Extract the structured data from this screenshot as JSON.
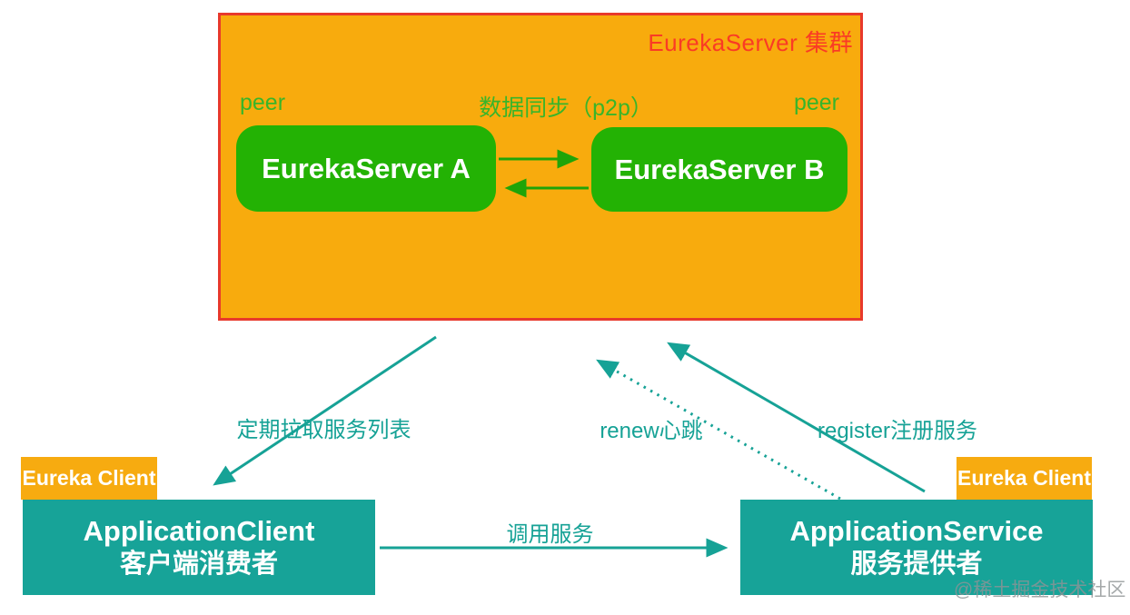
{
  "cluster": {
    "title": "EurekaServer 集群",
    "peer_left": "peer",
    "peer_right": "peer",
    "sync_label": "数据同步（p2p）",
    "server_a": "EurekaServer A",
    "server_b": "EurekaServer B"
  },
  "edges": {
    "pull_label": "定期拉取服务列表",
    "renew_label": "renew心跳",
    "register_label": "register注册服务",
    "invoke_label": "调用服务"
  },
  "client_box": {
    "tag": "Eureka Client",
    "title": "ApplicationClient",
    "subtitle": "客户端消费者"
  },
  "service_box": {
    "tag": "Eureka Client",
    "title": "ApplicationService",
    "subtitle": "服务提供者"
  },
  "watermark": "@稀土掘金技术社区",
  "colors": {
    "cluster_fill": "#F8AB0D",
    "cluster_border": "#E8392B",
    "title_red": "#FA3B25",
    "node_green": "#23B204",
    "label_green": "#38B52A",
    "arrow_green": "#1FA408",
    "teal": "#16A296",
    "box_teal": "#17A398",
    "tag_orange": "#F7AB10"
  }
}
